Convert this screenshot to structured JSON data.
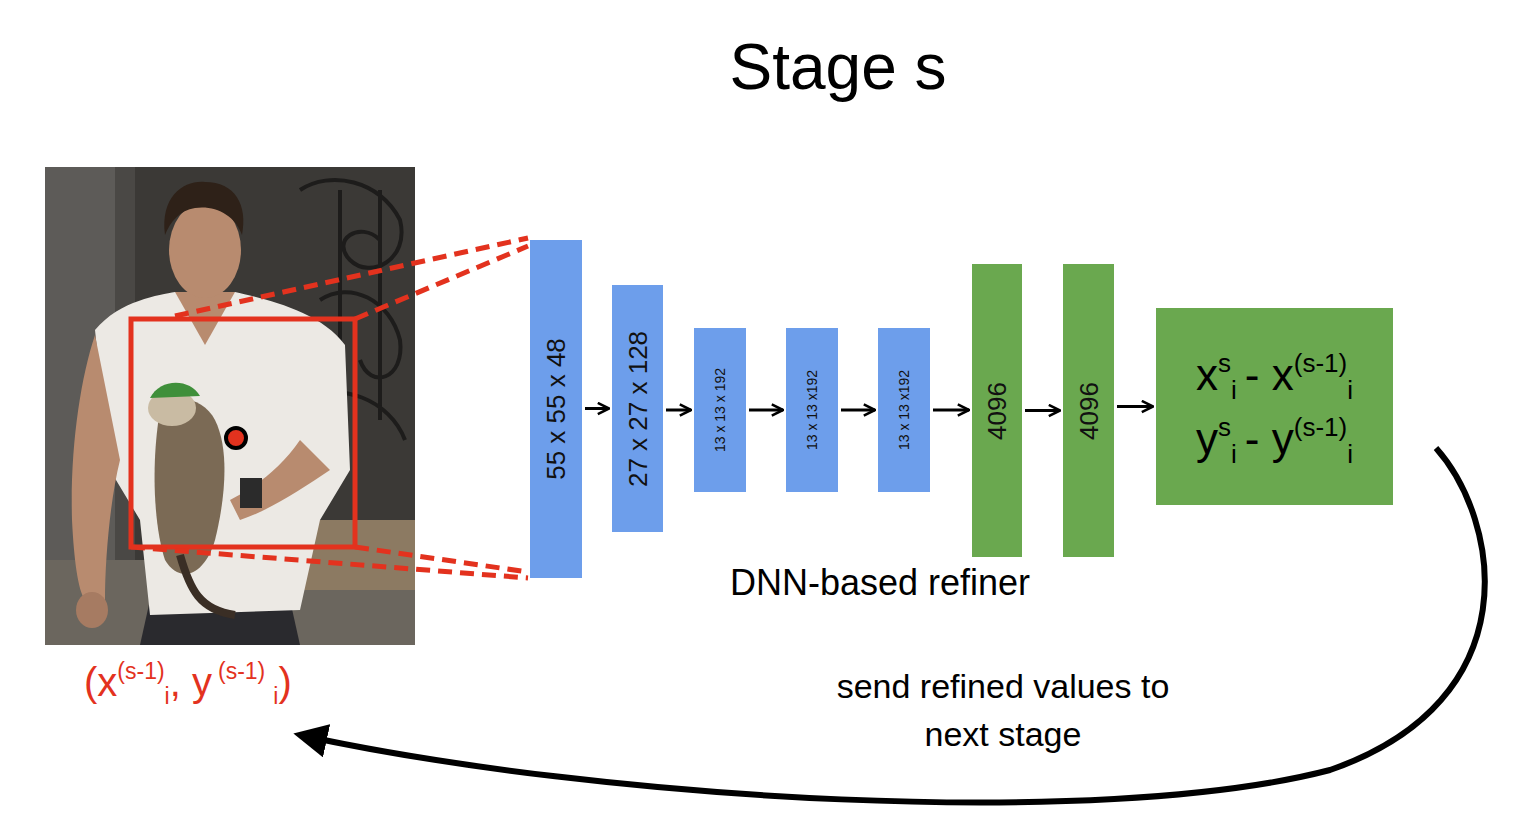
{
  "diagram": {
    "title": "Stage s",
    "nodes": [
      {
        "text": [
          "55 x 55 x 48"
        ]
      },
      {
        "text": [
          "27 x 27 x 128"
        ]
      },
      {
        "text": [
          "13 x 13 x 192"
        ]
      },
      {
        "text": [
          "13 x 13 x192"
        ]
      },
      {
        "text": [
          "13 x 13 x192"
        ]
      },
      {
        "text": [
          "4096"
        ]
      },
      {
        "text": [
          "4096"
        ]
      },
      {
        "text": [
          "x",
          "s",
          "i",
          "- x",
          "(s-1)",
          "i",
          "y",
          "s",
          "i",
          "- y",
          "(s-1)",
          "i"
        ]
      }
    ],
    "edges": [
      {
        "from": 0,
        "to": 1,
        "arrow": "to"
      },
      {
        "from": 1,
        "to": 2,
        "arrow": "to"
      },
      {
        "from": 2,
        "to": 3,
        "arrow": "to"
      },
      {
        "from": 3,
        "to": 4,
        "arrow": "to"
      },
      {
        "from": 4,
        "to": 5,
        "arrow": "to"
      },
      {
        "from": 5,
        "to": 6,
        "arrow": "to"
      },
      {
        "from": 6,
        "to": 7,
        "arrow": "to"
      }
    ],
    "labels": [
      "(x",
      "(s-1)",
      "i",
      ", y",
      "(s-1)",
      "i",
      ")",
      "DNN-based refiner",
      "send refined values to next stage"
    ]
  }
}
